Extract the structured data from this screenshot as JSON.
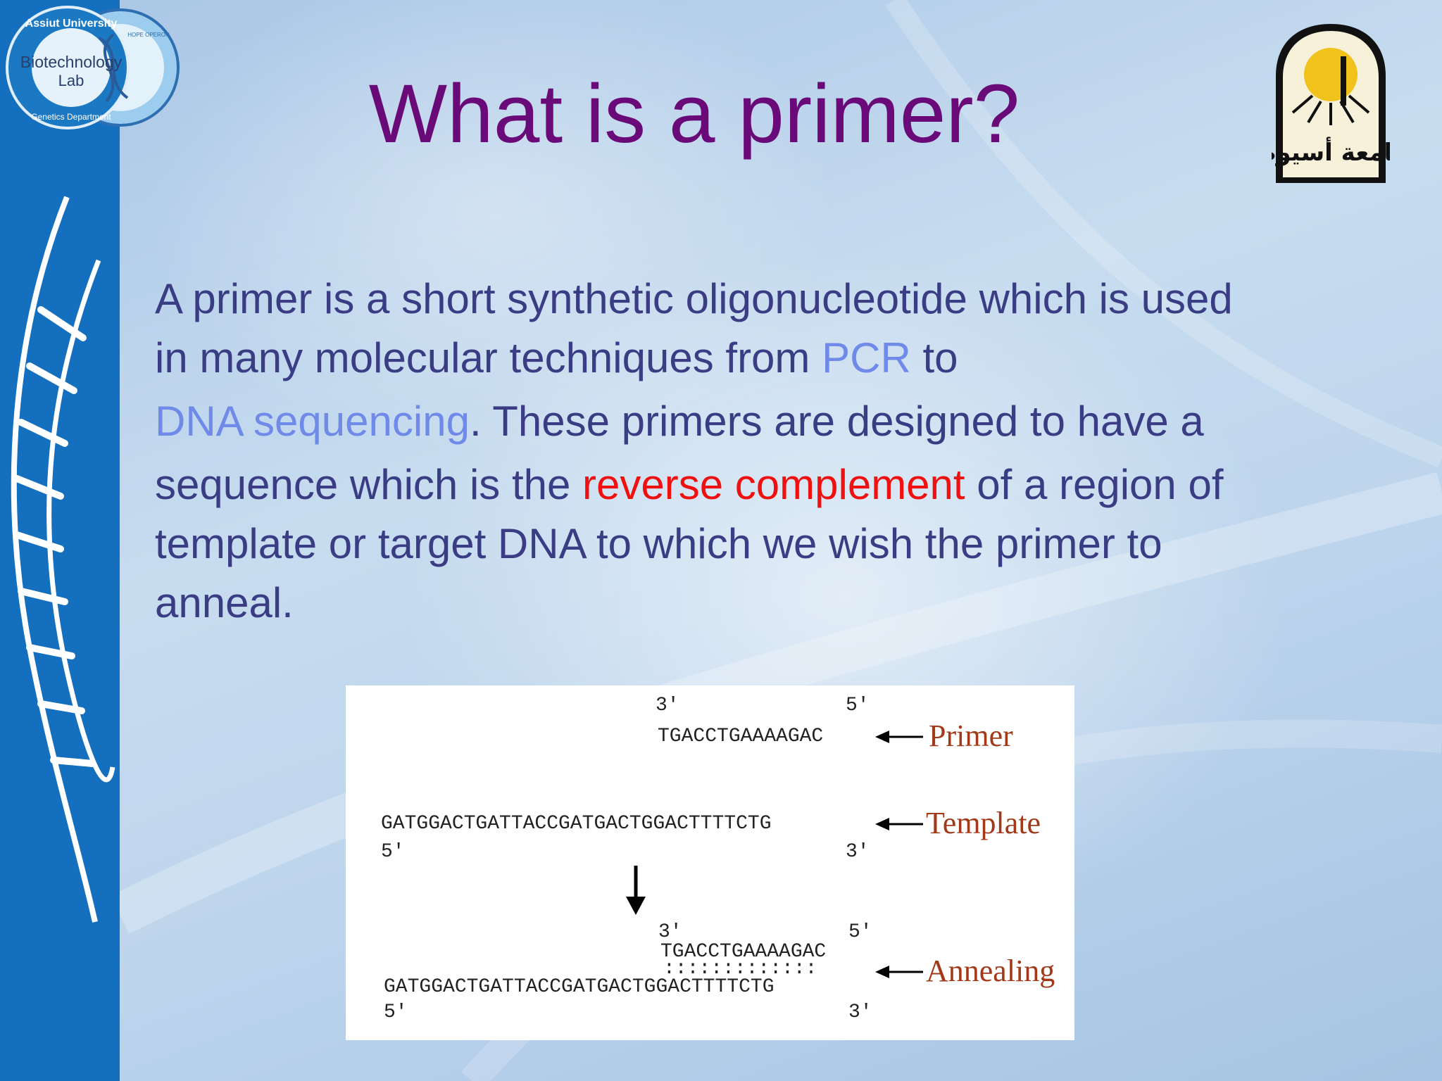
{
  "slide": {
    "title": "What is a primer?",
    "lab_logo": {
      "line1": "Biotechnology",
      "line2": "Lab",
      "arc_top": "Assiut University",
      "arc_bottom": "Genetics Department",
      "badge": "HOPE OPERON"
    },
    "university_logo": {
      "text": "جامعة أسيوط"
    },
    "body": {
      "l1": "A primer is a short synthetic oligonucleotide which is used",
      "l2a": "in many molecular techniques from ",
      "l2_link": "PCR",
      "l2b": " to",
      "l3_link": "DNA sequencing",
      "l3b": ".  These primers are designed to have a",
      "l4a": "sequence which is the ",
      "l4_hl": "reverse complement",
      "l4b": " of a region of",
      "l5": "template or target DNA to which we wish the primer to",
      "l6": "anneal."
    },
    "diagram": {
      "primer": {
        "seq": "TGACCTGAAAAGAC",
        "end_left": "3′",
        "end_right": "5′",
        "label": "Primer"
      },
      "template": {
        "seq": "GATGGACTGATTACCGATGACTGGACTTTTCTG",
        "end_left": "5′",
        "end_right": "3′",
        "label": "Template"
      },
      "annealing": {
        "primer_seq": "TGACCTGAAAAGAC",
        "primer_end_left": "3′",
        "primer_end_right": "5′",
        "bonds": ":::::::::::::",
        "template_seq": "GATGGACTGATTACCGATGACTGGACTTTTCTG",
        "template_end_left": "5′",
        "template_end_right": "3′",
        "label": "Annealing"
      }
    },
    "colors": {
      "title": "#6a0a78",
      "body": "#3a3d84",
      "link": "#6f8ae8",
      "highlight": "#ef1010",
      "label": "#a23a1a",
      "bar": "#1470bf"
    }
  }
}
